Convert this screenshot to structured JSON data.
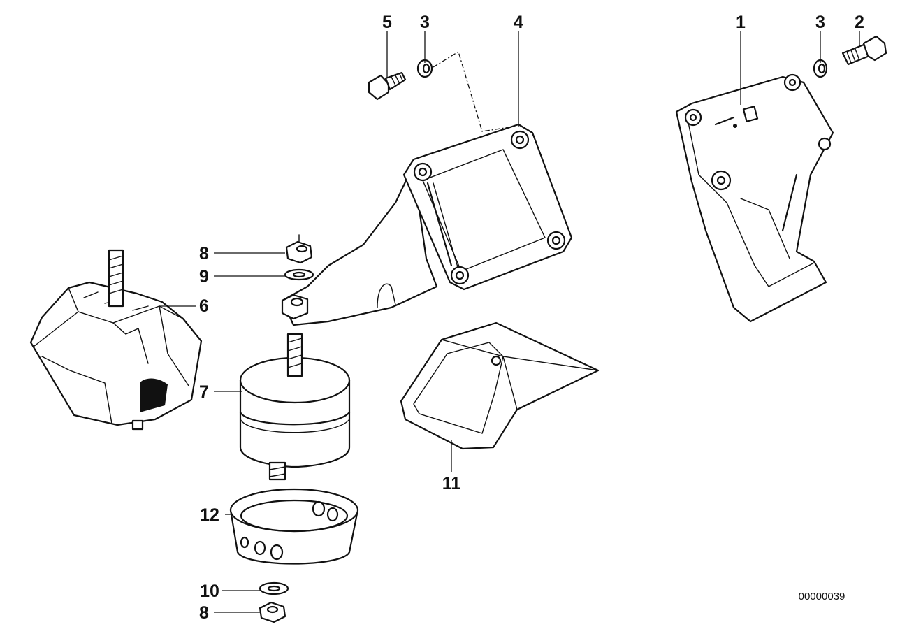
{
  "callouts": {
    "c1": "1",
    "c2": "2",
    "c3a": "3",
    "c3b": "3",
    "c4": "4",
    "c5": "5",
    "c6": "6",
    "c7": "7",
    "c8a": "8",
    "c8b": "8",
    "c9": "9",
    "c10": "10",
    "c11": "11",
    "c12": "12"
  },
  "reference_number": "00000039"
}
